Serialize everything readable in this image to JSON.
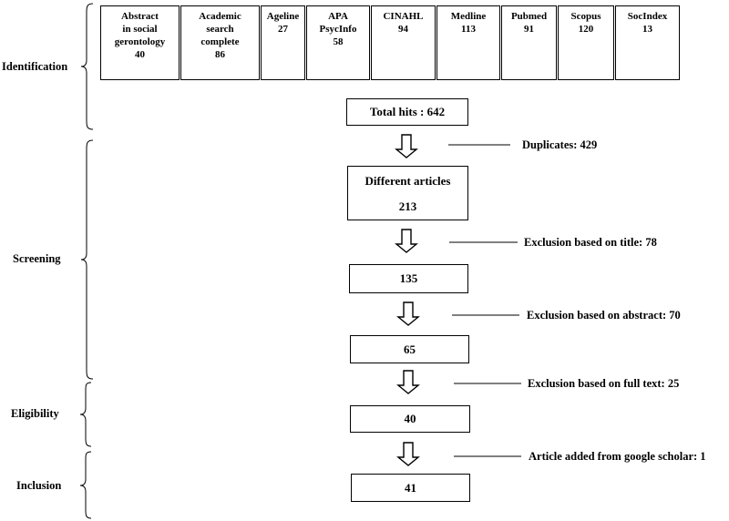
{
  "phases": {
    "identification": "Identification",
    "screening": "Screening",
    "eligibility": "Eligibility",
    "inclusion": "Inclusion"
  },
  "databases": [
    {
      "name": "Abstract in social gerontology",
      "name_lines": [
        "Abstract",
        "in social",
        "gerontology"
      ],
      "count": "40"
    },
    {
      "name": "Academic search complete",
      "name_lines": [
        "Academic",
        "search",
        "complete"
      ],
      "count": "86"
    },
    {
      "name": "Ageline",
      "name_lines": [
        "Ageline"
      ],
      "count": "27"
    },
    {
      "name": "APA PsycInfo",
      "name_lines": [
        "APA",
        "PsycInfo"
      ],
      "count": "58"
    },
    {
      "name": "CINAHL",
      "name_lines": [
        "CINAHL"
      ],
      "count": "94"
    },
    {
      "name": "Medline",
      "name_lines": [
        "Medline"
      ],
      "count": "113"
    },
    {
      "name": "Pubmed",
      "name_lines": [
        "Pubmed"
      ],
      "count": "91"
    },
    {
      "name": "Scopus",
      "name_lines": [
        "Scopus"
      ],
      "count": "120"
    },
    {
      "name": "SocIndex",
      "name_lines": [
        "SocIndex"
      ],
      "count": "13"
    }
  ],
  "flow": {
    "total_hits": "Total hits : 642",
    "different_articles_label": "Different articles",
    "different_articles_count": "213",
    "after_title": "135",
    "after_abstract": "65",
    "after_full_text": "40",
    "final": "41"
  },
  "notes": {
    "duplicates": "Duplicates: 429",
    "exclusion_title": "Exclusion based on title: 78",
    "exclusion_abstract": "Exclusion based on abstract: 70",
    "exclusion_full_text": "Exclusion based on full text: 25",
    "added": "Article added from google scholar: 1"
  }
}
